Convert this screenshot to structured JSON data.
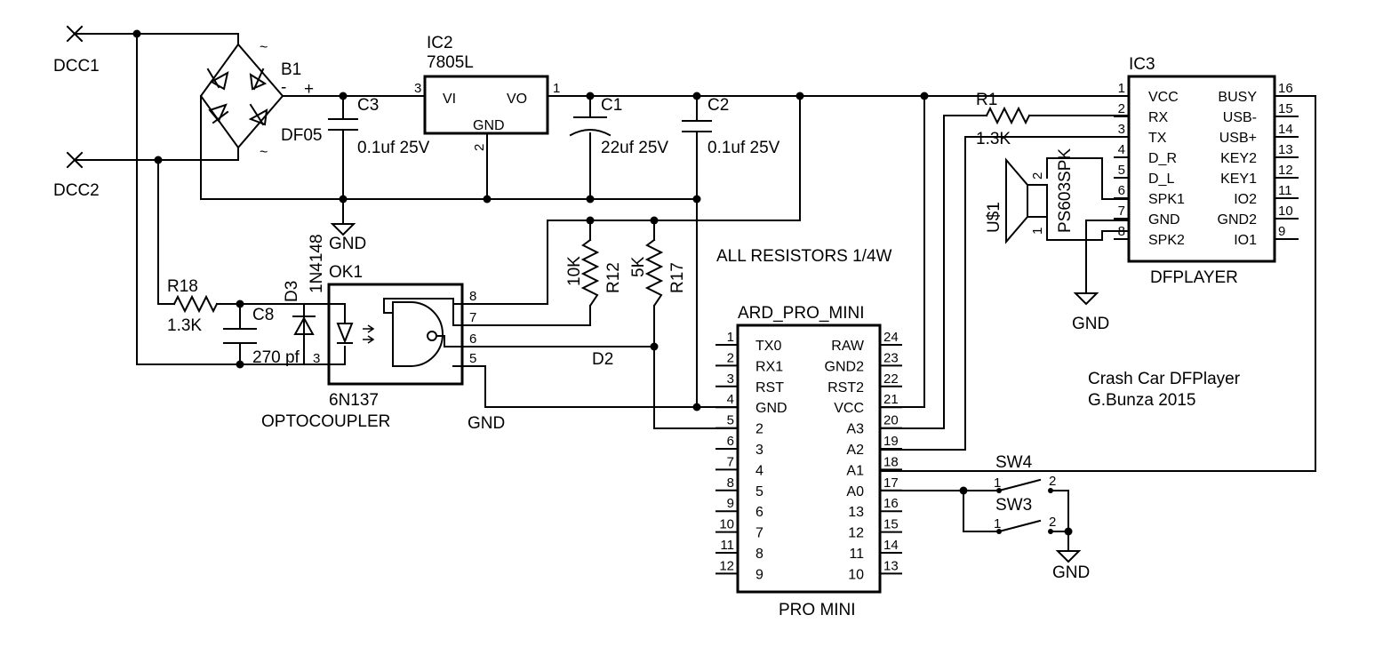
{
  "connectors": {
    "dcc1": "DCC1",
    "dcc2": "DCC2"
  },
  "bridge": {
    "ref": "B1",
    "value": "DF05",
    "minus": "-",
    "plus": "+",
    "ac": "~"
  },
  "regulator": {
    "ref": "IC2",
    "value": "7805L",
    "vi": "VI",
    "vo": "VO",
    "gnd": "GND",
    "pin_in": "3",
    "pin_out": "1",
    "pin_gnd": "2"
  },
  "capacitors": {
    "c3": {
      "ref": "C3",
      "value": "0.1uf 25V"
    },
    "c1": {
      "ref": "C1",
      "value": "22uf 25V"
    },
    "c2": {
      "ref": "C2",
      "value": "0.1uf 25V"
    },
    "c8": {
      "ref": "C8",
      "value": "270 pf"
    }
  },
  "resistors": {
    "r18": {
      "ref": "R18",
      "value": "1.3K"
    },
    "r1": {
      "ref": "R1",
      "value": "1.3K"
    },
    "r12": {
      "ref": "R12",
      "value": "10K"
    },
    "r17": {
      "ref": "R17",
      "value": "5K"
    }
  },
  "diode": {
    "ref": "D3",
    "value": "1N4148"
  },
  "optocoupler": {
    "ref": "OK1",
    "value": "6N137",
    "caption": "OPTOCOUPLER",
    "pins": [
      "8",
      "7",
      "6",
      "5"
    ],
    "pin3": "3"
  },
  "gnd_label": "GND",
  "net_d2": "D2",
  "note": "ALL RESISTORS 1/4W",
  "title": {
    "line1": "Crash Car DFPlayer",
    "line2": "G.Bunza 2015"
  },
  "arduino": {
    "ref": "ARD_PRO_MINI",
    "caption": "PRO MINI",
    "left": [
      {
        "n": "1",
        "name": "TX0"
      },
      {
        "n": "2",
        "name": "RX1"
      },
      {
        "n": "3",
        "name": "RST"
      },
      {
        "n": "4",
        "name": "GND"
      },
      {
        "n": "5",
        "name": "2"
      },
      {
        "n": "6",
        "name": "3"
      },
      {
        "n": "7",
        "name": "4"
      },
      {
        "n": "8",
        "name": "5"
      },
      {
        "n": "9",
        "name": "6"
      },
      {
        "n": "10",
        "name": "7"
      },
      {
        "n": "11",
        "name": "8"
      },
      {
        "n": "12",
        "name": "9"
      }
    ],
    "right": [
      {
        "n": "24",
        "name": "RAW"
      },
      {
        "n": "23",
        "name": "GND2"
      },
      {
        "n": "22",
        "name": "RST2"
      },
      {
        "n": "21",
        "name": "VCC"
      },
      {
        "n": "20",
        "name": "A3"
      },
      {
        "n": "19",
        "name": "A2"
      },
      {
        "n": "18",
        "name": "A1"
      },
      {
        "n": "17",
        "name": "A0"
      },
      {
        "n": "16",
        "name": "13"
      },
      {
        "n": "15",
        "name": "12"
      },
      {
        "n": "14",
        "name": "11"
      },
      {
        "n": "13",
        "name": "10"
      }
    ]
  },
  "dfplayer": {
    "ref": "IC3",
    "caption": "DFPLAYER",
    "left": [
      {
        "n": "1",
        "name": "VCC"
      },
      {
        "n": "2",
        "name": "RX"
      },
      {
        "n": "3",
        "name": "TX"
      },
      {
        "n": "4",
        "name": "D_R"
      },
      {
        "n": "5",
        "name": "D_L"
      },
      {
        "n": "6",
        "name": "SPK1"
      },
      {
        "n": "7",
        "name": "GND"
      },
      {
        "n": "8",
        "name": "SPK2"
      }
    ],
    "right": [
      {
        "n": "16",
        "name": "BUSY"
      },
      {
        "n": "15",
        "name": "USB-"
      },
      {
        "n": "14",
        "name": "USB+"
      },
      {
        "n": "13",
        "name": "KEY2"
      },
      {
        "n": "12",
        "name": "KEY1"
      },
      {
        "n": "11",
        "name": "IO2"
      },
      {
        "n": "10",
        "name": "GND2"
      },
      {
        "n": "9",
        "name": "IO1"
      }
    ]
  },
  "speaker": {
    "ref": "U$1",
    "value": "PS603SPK",
    "pin1": "1",
    "pin2": "2"
  },
  "switches": {
    "sw4": {
      "ref": "SW4",
      "p1": "1",
      "p2": "2"
    },
    "sw3": {
      "ref": "SW3",
      "p1": "1",
      "p2": "2"
    }
  }
}
